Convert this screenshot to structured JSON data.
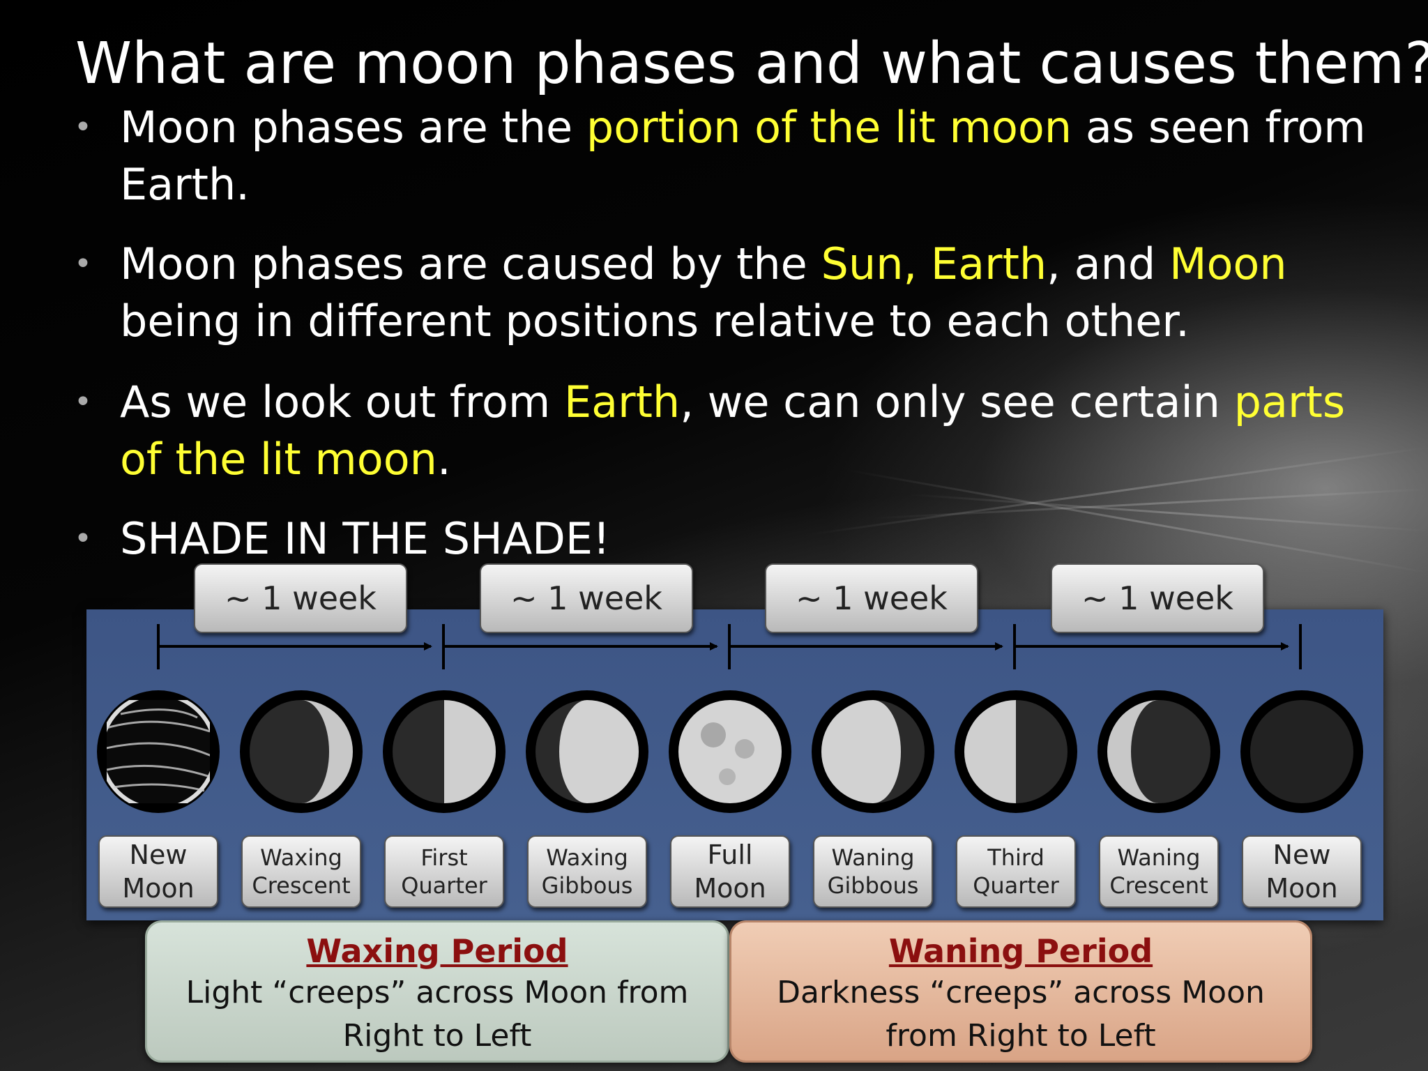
{
  "slide": {
    "title": "What are moon phases and what causes them?",
    "bullet1": {
      "p1": "Moon phases are the ",
      "h1": "portion of the lit moon",
      "p2": " as seen from Earth."
    },
    "bullet2": {
      "p1": "Moon phases are caused by the ",
      "h1": "Sun, Earth",
      "p2": ", and ",
      "h2": "Moon",
      "p3": " being in different positions relative to each other."
    },
    "bullet3": {
      "p1": "As we look out from ",
      "h1": "Earth",
      "p2": ", we can only see certain ",
      "h2": "parts of the lit moon",
      "p3": "."
    },
    "bullet4": "SHADE IN THE SHADE!",
    "bullet_marker": "•",
    "highlight_color": "#ffff33"
  },
  "timeline": {
    "weeks": [
      "~ 1 week",
      "~ 1 week",
      "~ 1 week",
      "~ 1 week"
    ]
  },
  "phases": [
    {
      "line1": "New",
      "line2": "Moon",
      "lit": "shaded"
    },
    {
      "line1": "Waxing",
      "line2": "Crescent",
      "lit": "right-crescent"
    },
    {
      "line1": "First",
      "line2": "Quarter",
      "lit": "right-half"
    },
    {
      "line1": "Waxing",
      "line2": "Gibbous",
      "lit": "right-gibbous"
    },
    {
      "line1": "Full",
      "line2": "Moon",
      "lit": "full"
    },
    {
      "line1": "Waning",
      "line2": "Gibbous",
      "lit": "left-gibbous"
    },
    {
      "line1": "Third",
      "line2": "Quarter",
      "lit": "left-half"
    },
    {
      "line1": "Waning",
      "line2": "Crescent",
      "lit": "left-crescent"
    },
    {
      "line1": "New",
      "line2": "Moon",
      "lit": "dark"
    }
  ],
  "periods": {
    "waxing": {
      "heading": "Waxing Period",
      "line1": "Light “creeps” across Moon from",
      "line2": "Right to Left",
      "color": "#c9d6cb"
    },
    "waning": {
      "heading": "Waning Period",
      "line1": "Darkness “creeps” across Moon",
      "line2": "from Right to Left",
      "color": "#e6b89a"
    }
  }
}
